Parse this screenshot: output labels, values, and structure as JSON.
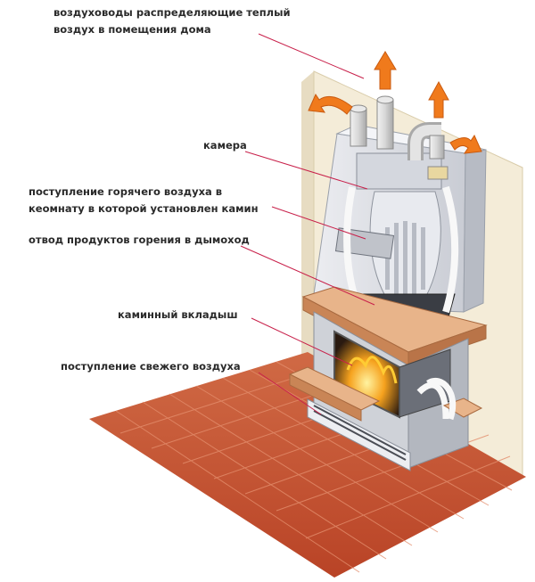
{
  "labels": {
    "ducts_line1": "воздуховоды распределяющие теплый",
    "ducts_line2": "воздух в помещения дома",
    "chamber": "камера",
    "hot_air_line1": "поступление горячего воздуха в",
    "hot_air_line2": "кеомнату в которой установлен камин",
    "flue": "отвод продуктов горения в дымоход",
    "insert": "каминный вкладыш",
    "fresh_air": "поступление свежего воздуха"
  },
  "colors": {
    "leader_line": "#c8204a",
    "arrow": "#f07a1c",
    "tile": "#c4512e",
    "wall": "#f4ecd8",
    "mantel": "#d99a6c"
  }
}
